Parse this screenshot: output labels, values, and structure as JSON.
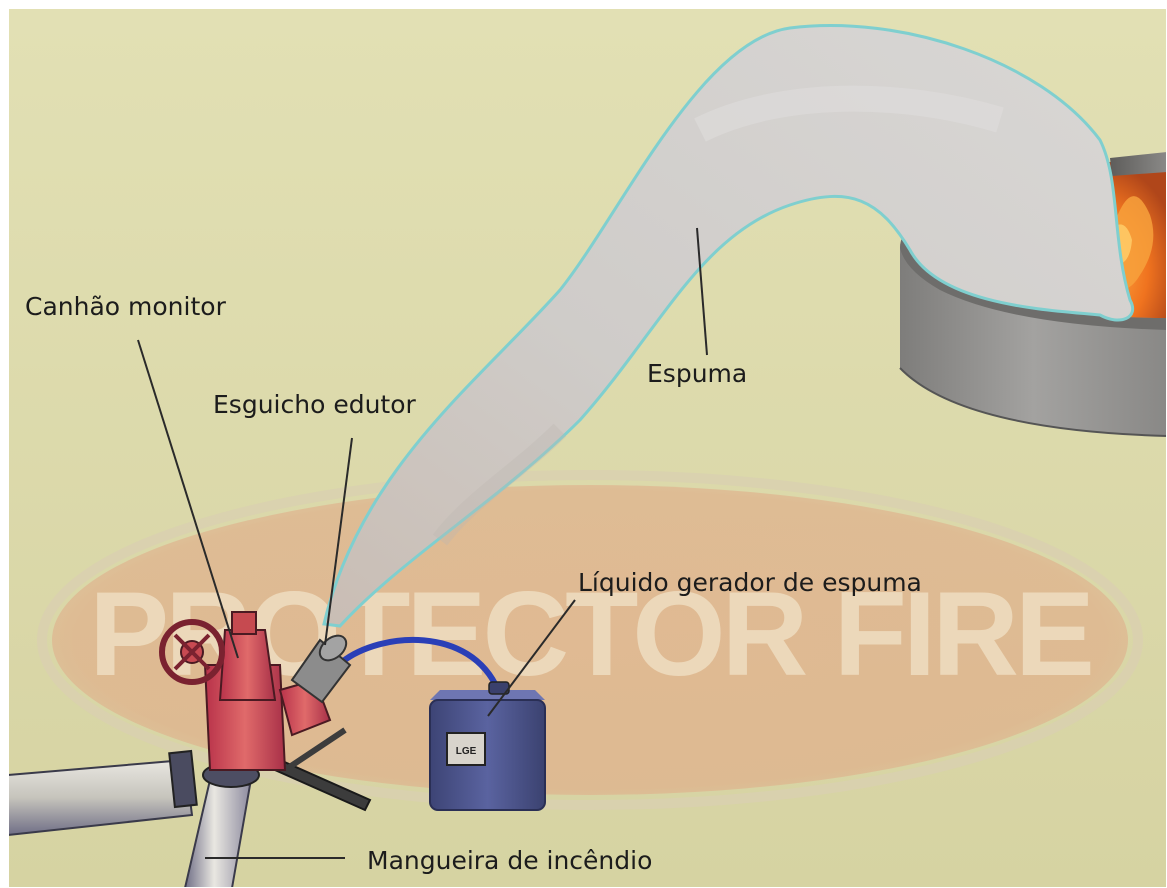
{
  "watermark": {
    "text": "PROTECTOR FIRE"
  },
  "labels": {
    "canhao_monitor": "Canhão monitor",
    "esguicho_edutor": "Esguicho edutor",
    "espuma": "Espuma",
    "liquido_gerador": "Líquido gerador de espuma",
    "mangueira": "Mangueira de incêndio"
  },
  "container": {
    "tag": "LGE"
  },
  "colors": {
    "background": "#dedcae",
    "foam": "#cfcdcb",
    "foam_outline": "#79c9c9",
    "monitor": "#c8434b",
    "hose": "#c9c7bd",
    "container": "#4d5588",
    "tank": "#8f8e8c",
    "fire": "#ee7a24"
  }
}
